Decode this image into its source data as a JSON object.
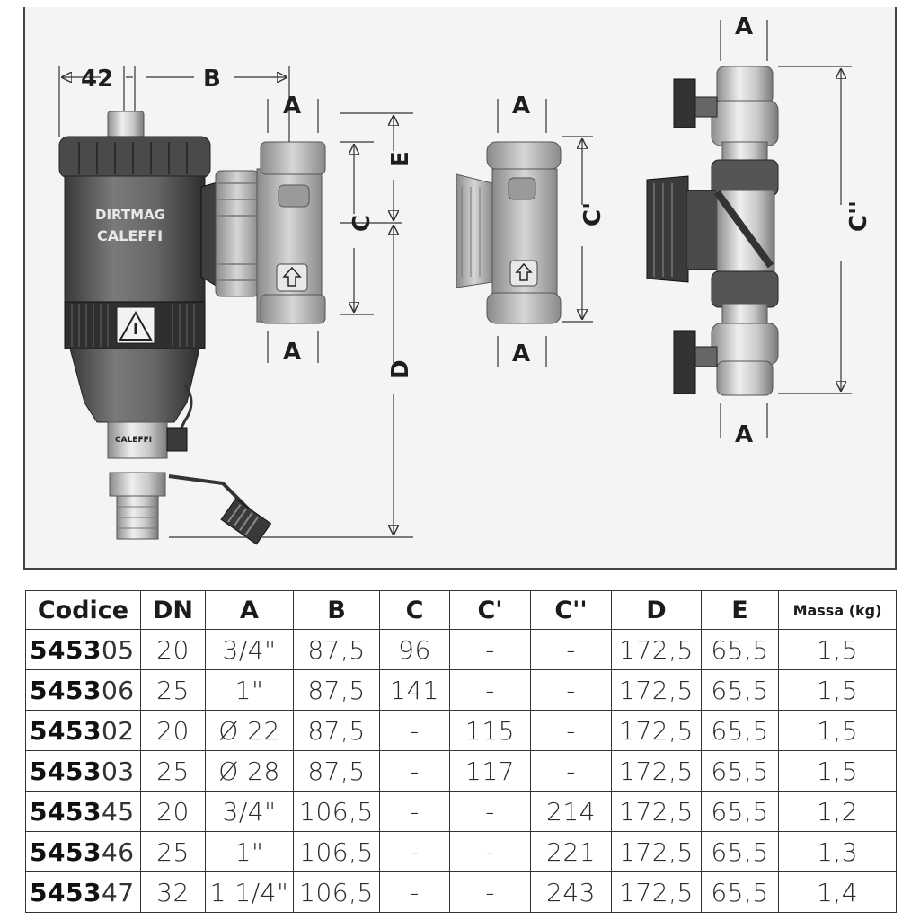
{
  "drawing": {
    "labels": {
      "dim_42": "42",
      "B": "B",
      "A": "A",
      "E": "E",
      "C": "C",
      "D": "D",
      "C_prime": "C'",
      "C_double_prime": "C''"
    },
    "brand_name": "CALEFFI",
    "product_name": "DIRTMAG"
  },
  "table": {
    "headers": [
      "Codice",
      "DN",
      "A",
      "B",
      "C",
      "C'",
      "C''",
      "D",
      "E",
      "Massa (kg)"
    ],
    "rows": [
      {
        "code_prefix": "5453",
        "code_suffix": "05",
        "DN": "20",
        "A": "3/4\"",
        "B": "87,5",
        "C": "96",
        "C1": "-",
        "C2": "-",
        "D": "172,5",
        "E": "65,5",
        "massa": "1,5"
      },
      {
        "code_prefix": "5453",
        "code_suffix": "06",
        "DN": "25",
        "A": "1\"",
        "B": "87,5",
        "C": "141",
        "C1": "-",
        "C2": "-",
        "D": "172,5",
        "E": "65,5",
        "massa": "1,5"
      },
      {
        "code_prefix": "5453",
        "code_suffix": "02",
        "DN": "20",
        "A": "Ø 22",
        "B": "87,5",
        "C": "-",
        "C1": "115",
        "C2": "-",
        "D": "172,5",
        "E": "65,5",
        "massa": "1,5"
      },
      {
        "code_prefix": "5453",
        "code_suffix": "03",
        "DN": "25",
        "A": "Ø 28",
        "B": "87,5",
        "C": "-",
        "C1": "117",
        "C2": "-",
        "D": "172,5",
        "E": "65,5",
        "massa": "1,5"
      },
      {
        "code_prefix": "5453",
        "code_suffix": "45",
        "DN": "20",
        "A": "3/4\"",
        "B": "106,5",
        "C": "-",
        "C1": "-",
        "C2": "214",
        "D": "172,5",
        "E": "65,5",
        "massa": "1,2"
      },
      {
        "code_prefix": "5453",
        "code_suffix": "46",
        "DN": "25",
        "A": "1\"",
        "B": "106,5",
        "C": "-",
        "C1": "-",
        "C2": "221",
        "D": "172,5",
        "E": "65,5",
        "massa": "1,3"
      },
      {
        "code_prefix": "5453",
        "code_suffix": "47",
        "DN": "32",
        "A": "1 1/4\"",
        "B": "106,5",
        "C": "-",
        "C1": "-",
        "C2": "243",
        "D": "172,5",
        "E": "65,5",
        "massa": "1,4"
      }
    ]
  }
}
